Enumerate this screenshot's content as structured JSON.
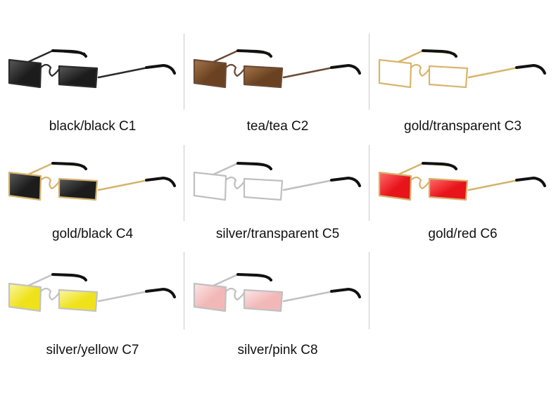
{
  "variants": [
    {
      "label": "black/black C1",
      "frame": "#2a2a2a",
      "lens": "#1c1c1c",
      "lens_hi": "#5a5a5a",
      "transparent": false
    },
    {
      "label": "tea/tea C2",
      "frame": "#6b4a35",
      "lens": "#6a4222",
      "lens_hi": "#a5764c",
      "transparent": false
    },
    {
      "label": "gold/transparent C3",
      "frame": "#d8b56a",
      "lens": "#ffffff",
      "lens_hi": "#ffffff",
      "transparent": true
    },
    {
      "label": "gold/black C4",
      "frame": "#d4b36c",
      "lens": "#1c1c1c",
      "lens_hi": "#5a5a5a",
      "transparent": false
    },
    {
      "label": "silver/transparent C5",
      "frame": "#bfbfbf",
      "lens": "#ffffff",
      "lens_hi": "#ffffff",
      "transparent": true
    },
    {
      "label": "gold/red C6",
      "frame": "#d4b36c",
      "lens": "#e8141b",
      "lens_hi": "#ff6b6b",
      "transparent": false
    },
    {
      "label": "silver/yellow C7",
      "frame": "#c3c3c3",
      "lens": "#efe21a",
      "lens_hi": "#fbf6a6",
      "transparent": false
    },
    {
      "label": "silver/pink C8",
      "frame": "#c0c0c0",
      "lens": "#f2b8b8",
      "lens_hi": "#fde6e6",
      "transparent": false
    }
  ],
  "temple_tip_color": "#111111"
}
